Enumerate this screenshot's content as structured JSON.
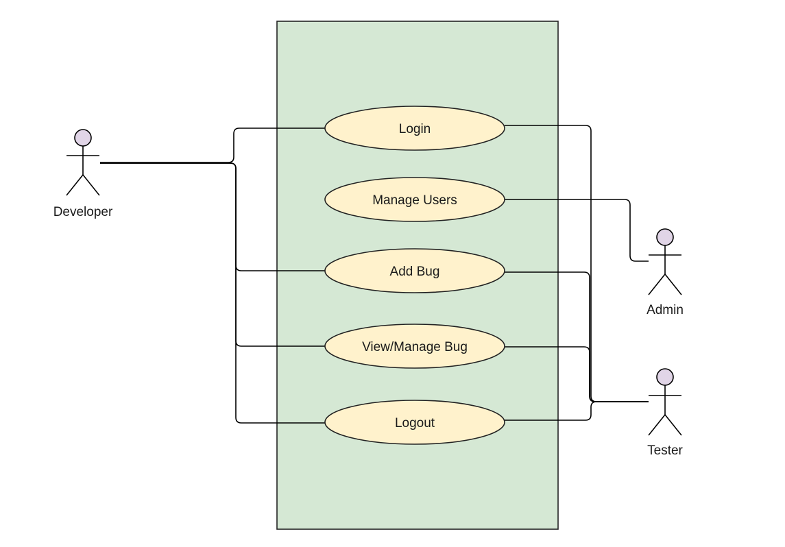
{
  "colors": {
    "system_fill": "#d5e8d4",
    "system_stroke": "#222222",
    "usecase_fill": "#fff2cc",
    "usecase_stroke": "#222222",
    "actor_head_fill": "#e1d5e7",
    "line": "#000000"
  },
  "actors": [
    {
      "id": "developer",
      "label": "Developer"
    },
    {
      "id": "admin",
      "label": "Admin"
    },
    {
      "id": "tester",
      "label": "Tester"
    }
  ],
  "use_cases": [
    {
      "id": "login",
      "label": "Login"
    },
    {
      "id": "manage_users",
      "label": "Manage Users"
    },
    {
      "id": "add_bug",
      "label": "Add Bug"
    },
    {
      "id": "view_manage_bug",
      "label": "View/Manage Bug"
    },
    {
      "id": "logout",
      "label": "Logout"
    }
  ],
  "associations": [
    {
      "actor": "developer",
      "use_case": "login"
    },
    {
      "actor": "developer",
      "use_case": "add_bug"
    },
    {
      "actor": "developer",
      "use_case": "view_manage_bug"
    },
    {
      "actor": "developer",
      "use_case": "logout"
    },
    {
      "actor": "admin",
      "use_case": "manage_users"
    },
    {
      "actor": "tester",
      "use_case": "login"
    },
    {
      "actor": "tester",
      "use_case": "add_bug"
    },
    {
      "actor": "tester",
      "use_case": "view_manage_bug"
    },
    {
      "actor": "tester",
      "use_case": "logout"
    }
  ]
}
